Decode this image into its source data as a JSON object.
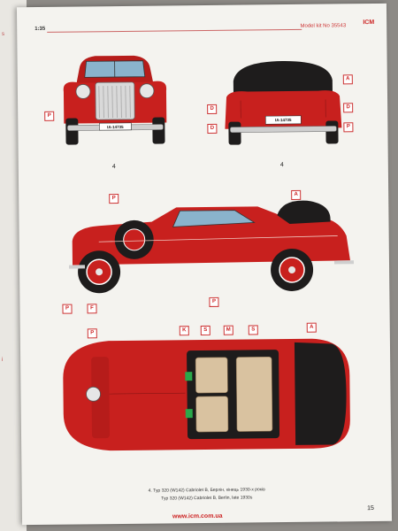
{
  "left_page": {
    "mark1": "s",
    "mark2": "i"
  },
  "header": {
    "scale": "1:35",
    "model_kit": "Model kit No 35543",
    "logo": "ICM"
  },
  "tags": {
    "p": "P",
    "a": "A",
    "d": "D",
    "f": "F",
    "k": "K",
    "s": "S",
    "m": "M"
  },
  "front_plate": "IA-14735",
  "rear_plate": "IA-14735",
  "view_numbers": {
    "front": "4",
    "rear": "4"
  },
  "caption_ua": "4. Тур 320 (W142) Cabriolet B, Берлін, кінець 1930-х років",
  "caption_en": "Typ 320 (W142) Cabriolet B, Berlin, late 1930s",
  "website": "www.icm.com.ua",
  "page_number": "15",
  "colors": {
    "body_red": "#c8201e",
    "roof_black": "#1e1c1c",
    "glass": "#8ab3cc",
    "seat": "#d9c2a0",
    "accent": "#cc2a2a"
  }
}
